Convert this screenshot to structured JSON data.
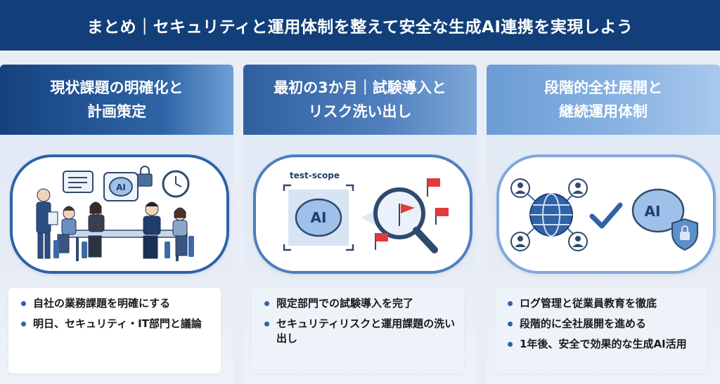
{
  "header": {
    "title": "まとめ｜セキュリティと運用体制を整えて安全な生成AI連携を実現しよう"
  },
  "cards": [
    {
      "title": "現状課題の明確化と\n計画策定",
      "icon_text": "AI",
      "bullets": [
        "自社の業務課題を明確にする",
        "明日、セキュリティ・IT部門と議論"
      ]
    },
    {
      "title": "最初の3か月｜試験導入と\nリスク洗い出し",
      "illus_label": "test-scope",
      "icon_text": "AI",
      "bullets": [
        "限定部門での試験導入を完了",
        "セキュリティリスクと運用課題の洗い出し"
      ]
    },
    {
      "title": "段階的全社展開と\n継続運用体制",
      "icon_text": "AI",
      "bullets": [
        "ログ管理と従業員教育を徹底",
        "段階的に全社展開を進める",
        "1年後、安全で効果的な生成AI活用"
      ]
    }
  ],
  "colors": {
    "header": "#123f79",
    "accent": "#2f62a6",
    "flag": "#e23b3b"
  }
}
